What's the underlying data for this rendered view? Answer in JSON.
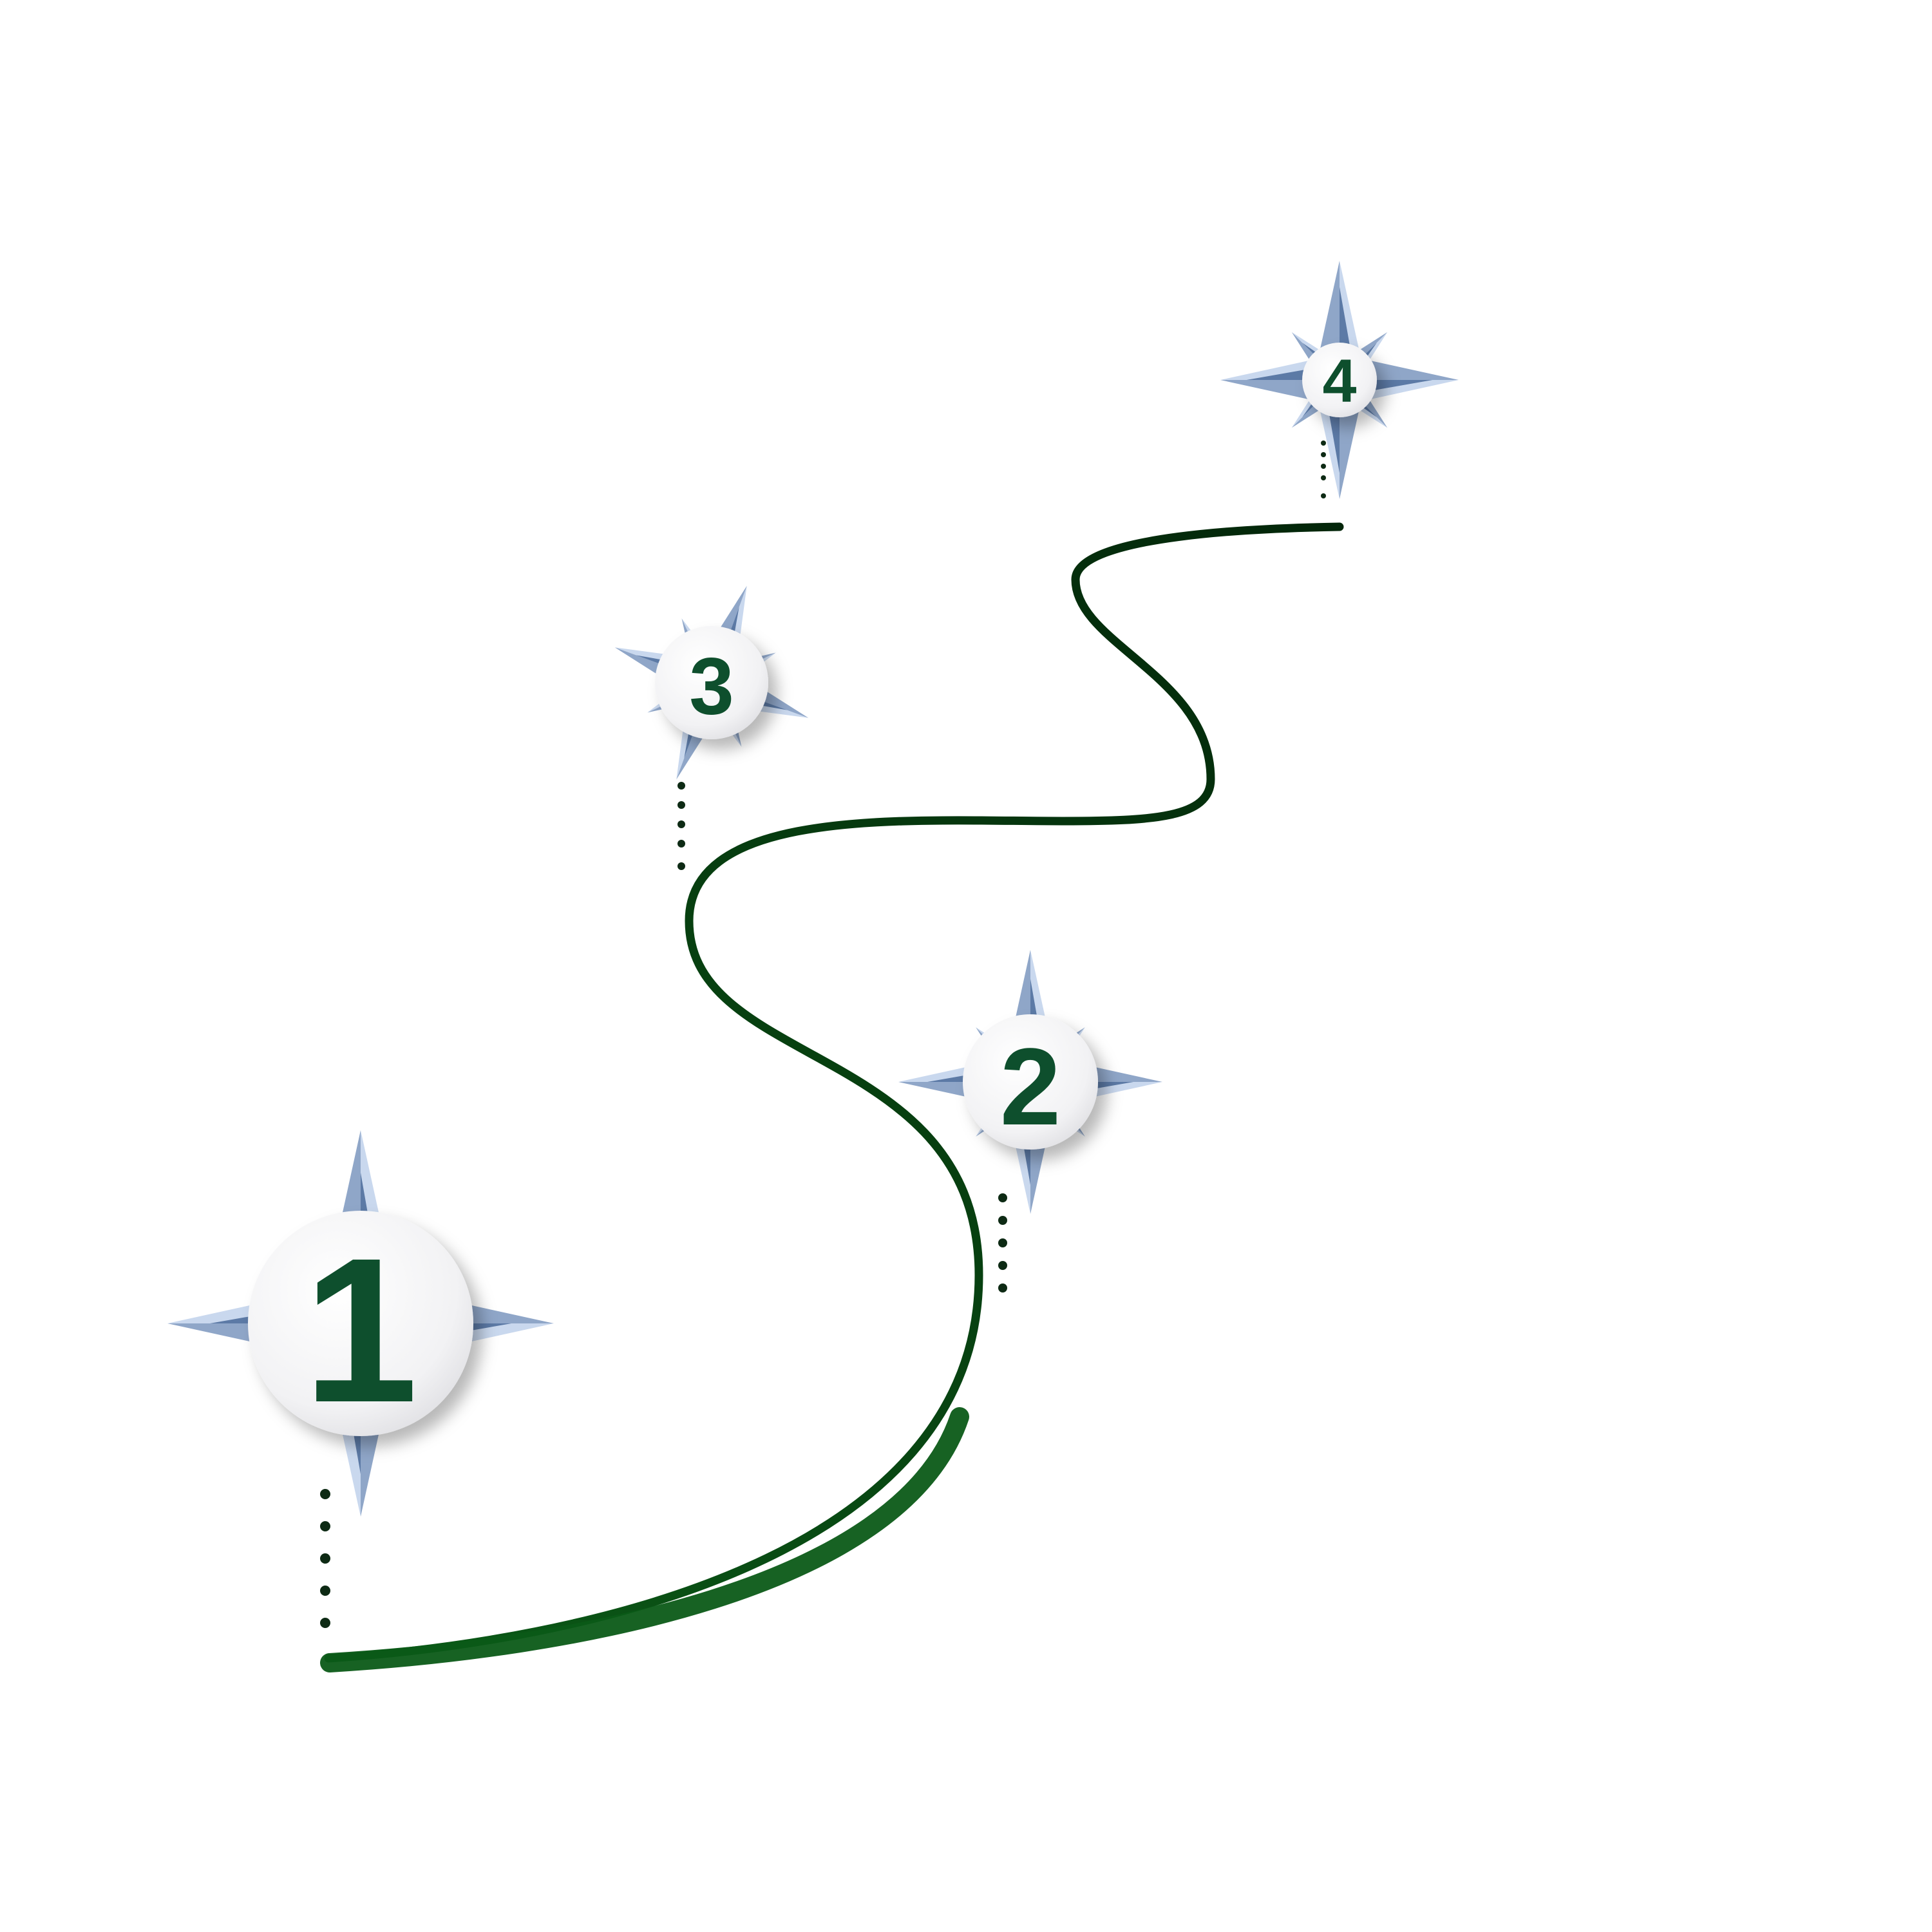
{
  "colors": {
    "background": "#ffffff",
    "path_start": "#0b5a17",
    "path_end": "#03260a",
    "number": "#0e4f2d",
    "star_dark": "#5c7aa6",
    "star_mid": "#8fa6c8",
    "star_light": "#c9d8ee",
    "badge": "#f4f4f6",
    "dots": "#0d2a14"
  },
  "icons": {
    "marker": "compass-star-icon"
  },
  "steps": [
    {
      "number": "1"
    },
    {
      "number": "2"
    },
    {
      "number": "3"
    },
    {
      "number": "4"
    }
  ]
}
